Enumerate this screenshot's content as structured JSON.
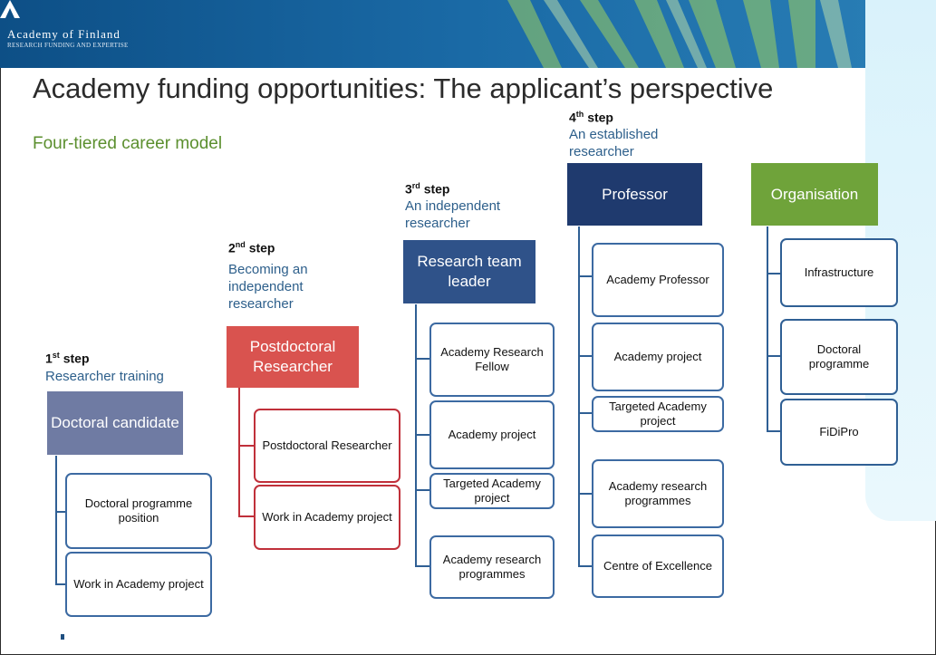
{
  "brand": {
    "name": "Academy of Finland",
    "tagline": "Research funding and expertise"
  },
  "slide": {
    "title": "Academy funding opportunities: The applicant’s perspective",
    "subtitle": "Four-tiered career model"
  },
  "steps": [
    {
      "ordinal": "1",
      "suffix": "st",
      "word": "step",
      "description": "Researcher training",
      "role": "Doctoral candidate",
      "funding": [
        "Doctoral programme position",
        "Work in Academy project"
      ]
    },
    {
      "ordinal": "2",
      "suffix": "nd",
      "word": "step",
      "description": "Becoming an independent researcher",
      "role": "Postdoctoral Researcher",
      "funding": [
        "Postdoctoral Researcher",
        "Work in Academy project"
      ]
    },
    {
      "ordinal": "3",
      "suffix": "rd",
      "word": "step",
      "description": "An independent researcher",
      "role": "Research team leader",
      "funding": [
        "Academy Research Fellow",
        "Academy project",
        "Targeted Academy project",
        "Academy research programmes"
      ]
    },
    {
      "ordinal": "4",
      "suffix": "th",
      "word": "step",
      "description": "An established researcher",
      "role": "Professor",
      "funding": [
        "Academy Professor",
        "Academy project",
        "Targeted Academy project",
        "Academy research programmes",
        "Centre of Excellence"
      ]
    }
  ],
  "organisation": {
    "role": "Organisation",
    "funding": [
      "Infrastructure",
      "Doctoral programme",
      "FiDiPro"
    ]
  },
  "colors": {
    "step1": "#6f7ba3",
    "step2": "#d9534f",
    "step3": "#2f5289",
    "step4": "#1f3a6e",
    "organisation": "#6fa33a",
    "header": "#0d4f86",
    "accent_green": "#5b8f2e"
  }
}
